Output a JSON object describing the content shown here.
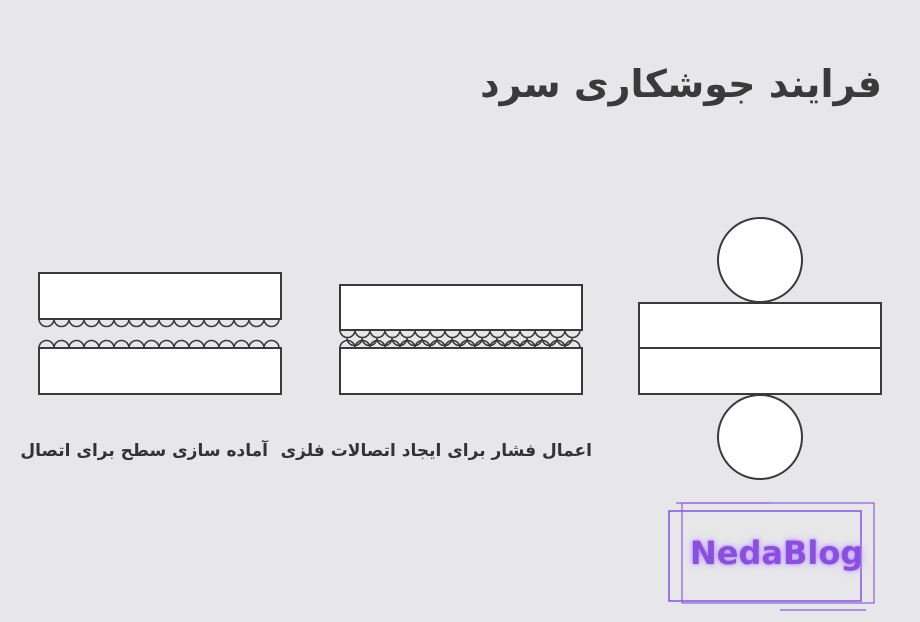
{
  "header": {
    "title": "فرایند جوشکاری سرد"
  },
  "stages": [
    {
      "caption": "آماده سازی سطح برای اتصال"
    },
    {
      "caption": "اعمال فشار برای ایجاد اتصالات فلزی"
    },
    {
      "caption": ""
    }
  ],
  "logo": {
    "text": "NedaBlog",
    "color": "#8a4fe0"
  },
  "colors": {
    "background": "#e7e7e9",
    "stroke": "#3a3a3a",
    "fill": "#ffffff"
  }
}
